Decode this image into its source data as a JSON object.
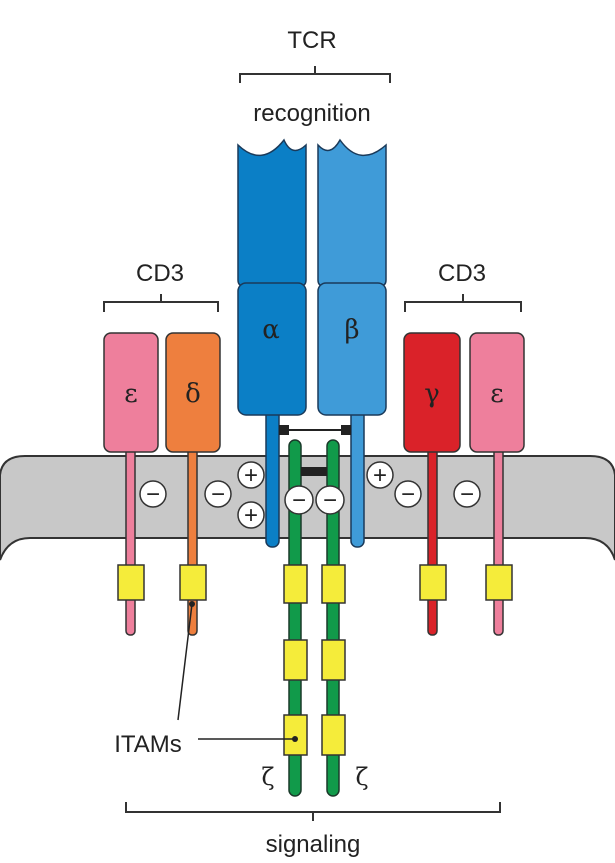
{
  "labels": {
    "tcr": "TCR",
    "recognition": "recognition",
    "cd3_left": "CD3",
    "cd3_right": "CD3",
    "itams": "ITAMs",
    "signaling": "signaling"
  },
  "chains": {
    "alpha": "α",
    "beta": "β",
    "epsilon_left": "ε",
    "delta": "δ",
    "gamma": "γ",
    "epsilon_right": "ε",
    "zeta_left": "ζ",
    "zeta_right": "ζ"
  },
  "charges": {
    "plus": "+",
    "minus": "−"
  },
  "colors": {
    "alpha": "#0b7fc6",
    "beta": "#3f9bd8",
    "epsilon": "#ee7f9c",
    "delta": "#ee7f3e",
    "gamma": "#da2229",
    "zeta": "#119a4a",
    "itam": "#f5ec3a",
    "membrane": "#c8c8c8"
  }
}
